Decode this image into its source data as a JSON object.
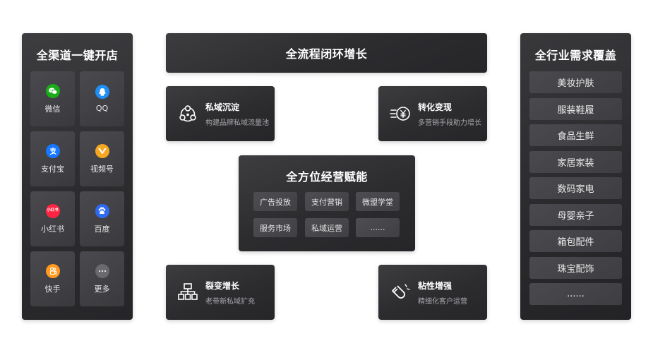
{
  "left_panel": {
    "title": "全渠道一键开店",
    "channels": [
      {
        "label": "微信",
        "icon": "wechat-icon",
        "color": "#1aad19"
      },
      {
        "label": "QQ",
        "icon": "qq-icon",
        "color": "#1e8ff5"
      },
      {
        "label": "支付宝",
        "icon": "alipay-icon",
        "color": "#1677ff"
      },
      {
        "label": "视频号",
        "icon": "channels-icon",
        "color": "#f5a623"
      },
      {
        "label": "小红书",
        "icon": "xiaohongshu-icon",
        "color": "#ff2442",
        "icon_text": "小红书"
      },
      {
        "label": "百度",
        "icon": "baidu-icon",
        "color": "#2f6bf2"
      },
      {
        "label": "快手",
        "icon": "kuaishou-icon",
        "color": "#ff9a1f"
      },
      {
        "label": "更多",
        "icon": "more-icon",
        "color": "#6a6a6e"
      }
    ]
  },
  "banner": {
    "title": "全流程闭环增长"
  },
  "cards": {
    "private_domain": {
      "title": "私域沉淀",
      "subtitle": "构建品牌私域流量池",
      "icon": "network-icon"
    },
    "conversion": {
      "title": "转化变现",
      "subtitle": "多营销手段助力增长",
      "icon": "yuan-coin-icon"
    },
    "fission": {
      "title": "裂变增长",
      "subtitle": "老带新私域扩充",
      "icon": "org-tree-icon"
    },
    "stickiness": {
      "title": "粘性增强",
      "subtitle": "精细化客户运营",
      "icon": "magnet-icon"
    }
  },
  "center_panel": {
    "title": "全方位经营赋能",
    "items": [
      "广告投放",
      "支付营销",
      "微盟学堂",
      "服务市场",
      "私域运营",
      "......"
    ]
  },
  "right_panel": {
    "title": "全行业需求覆盖",
    "industries": [
      "美妆护肤",
      "服装鞋履",
      "食品生鲜",
      "家居家装",
      "数码家电",
      "母婴亲子",
      "箱包配件",
      "珠宝配饰",
      "......"
    ]
  }
}
